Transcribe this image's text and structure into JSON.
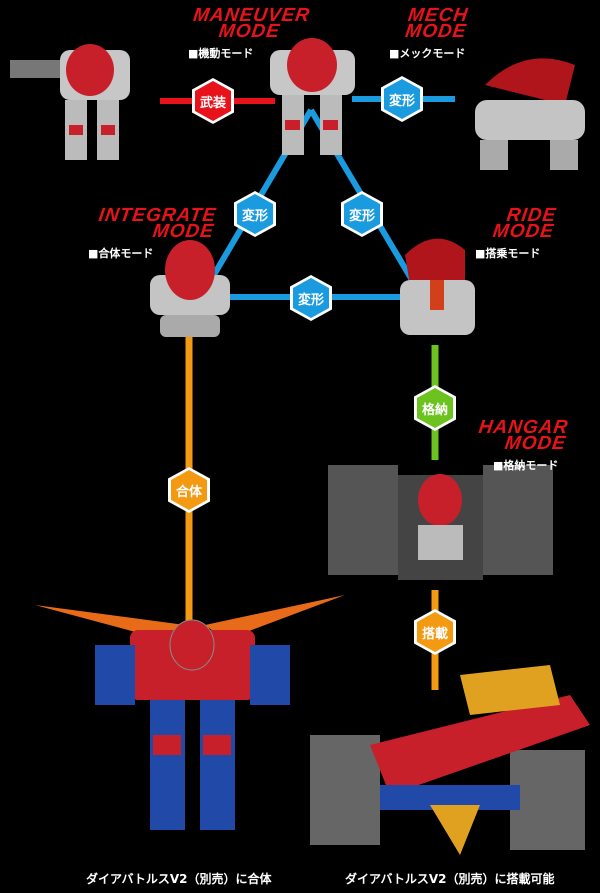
{
  "modes": {
    "maneuver": {
      "title_1": "MANEUVER",
      "title_2": "MODE",
      "subtitle": "■機動モード"
    },
    "mech": {
      "title_1": "MECH",
      "title_2": "MODE",
      "subtitle": "■メックモード"
    },
    "integrate": {
      "title_1": "INTEGRATE",
      "title_2": "MODE",
      "subtitle": "■合体モード"
    },
    "ride": {
      "title_1": "RIDE",
      "title_2": "MODE",
      "subtitle": "■搭乗モード"
    },
    "hangar": {
      "title_1": "HANGAR",
      "title_2": "MODE",
      "subtitle": "■格納モード"
    }
  },
  "transitions": {
    "arm": "武装",
    "transform_mech": "変形",
    "transform_left": "変形",
    "transform_right": "変形",
    "transform_bottom": "変形",
    "store": "格納",
    "combine": "合体",
    "load": "搭載"
  },
  "captions": {
    "left": "ダイアバトルスV2（別売）に合体",
    "right": "ダイアバトルスV2（別売）に搭載可能"
  },
  "colors": {
    "red": "#e8121b",
    "blue": "#1a9be0",
    "green": "#6cc21e",
    "orange": "#f39a12"
  }
}
